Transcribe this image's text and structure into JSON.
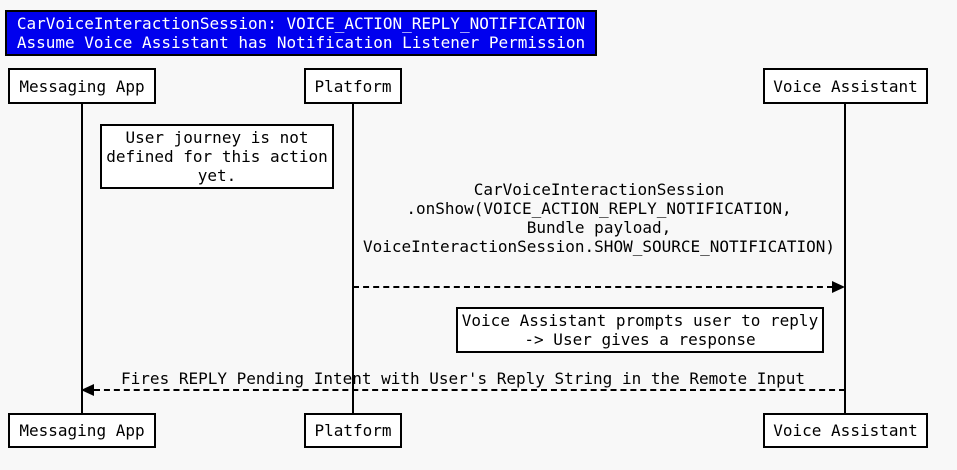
{
  "colors": {
    "background": "#F8F8F8",
    "title_fill": "#0000EE",
    "title_text": "#FFFFFF",
    "line": "#000000",
    "box_fill": "#FFFFFF"
  },
  "title": {
    "lines": [
      "CarVoiceInteractionSession: VOICE_ACTION_REPLY_NOTIFICATION",
      "Assume Voice Assistant has Notification Listener Permission"
    ]
  },
  "actors": [
    {
      "name": "Messaging App"
    },
    {
      "name": "Platform"
    },
    {
      "name": "Voice Assistant"
    }
  ],
  "notes": [
    {
      "lines": [
        "User journey is not",
        "defined for this action",
        "yet."
      ]
    },
    {
      "lines": [
        "Voice Assistant prompts user to reply",
        "-> User gives a response"
      ]
    }
  ],
  "messages": [
    {
      "from": "Platform",
      "to": "Voice Assistant",
      "style": "dashed",
      "lines": [
        "CarVoiceInteractionSession",
        ".onShow(VOICE_ACTION_REPLY_NOTIFICATION,",
        "Bundle payload,",
        "VoiceInteractionSession.SHOW_SOURCE_NOTIFICATION)"
      ]
    },
    {
      "from": "Voice Assistant",
      "to": "Messaging App",
      "style": "dashed",
      "lines": [
        "Fires REPLY Pending Intent with User's Reply String in the Remote Input"
      ]
    }
  ]
}
